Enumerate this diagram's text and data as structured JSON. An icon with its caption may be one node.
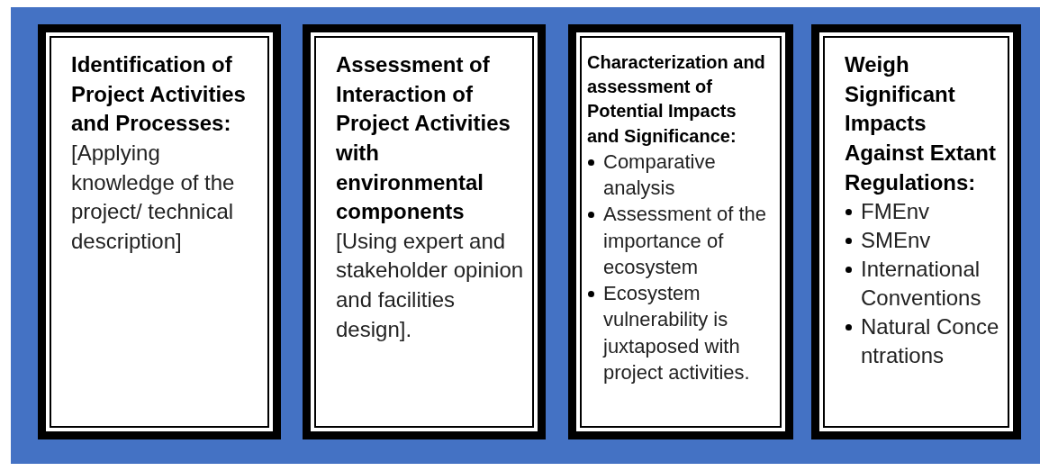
{
  "diagram": {
    "nodes": [
      {
        "text": [
          "Identification of Project Activities and Processes:",
          "[Applying knowledge of the project/ technical description]"
        ]
      },
      {
        "text": [
          "Assessment of Interaction of Project Activities with environmental components",
          "[Using expert and stakeholder opinion and facilities design]."
        ]
      },
      {
        "text": [
          "Characterization and assessment of Potential Impacts and Significance:",
          "Comparative analysis",
          "Assessment of the importance of ecosystem",
          "Ecosystem vulnerability is juxtaposed with project activities."
        ]
      },
      {
        "text": [
          "Weigh Significant Impacts Against Extant Regulations:",
          "FMEnv",
          "SMEnv",
          "International Conventions",
          "Natural Concentrations"
        ]
      }
    ]
  }
}
